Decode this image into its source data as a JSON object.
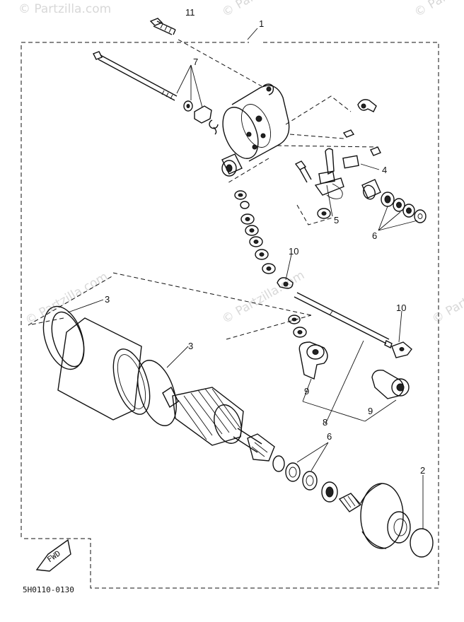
{
  "watermark": {
    "top_left": "© Partzilla.com",
    "repeat": "© Partzilla.com"
  },
  "diagram_code": "5H0110-0130",
  "fwd_label": "FWD",
  "callouts": {
    "c1": "1",
    "c2": "2",
    "c3a": "3",
    "c3b": "3",
    "c4": "4",
    "c5": "5",
    "c6a": "6",
    "c6b": "6",
    "c7": "7",
    "c8": "8",
    "c9a": "9",
    "c9b": "9",
    "c10a": "10",
    "c10b": "10",
    "c11": "11"
  }
}
